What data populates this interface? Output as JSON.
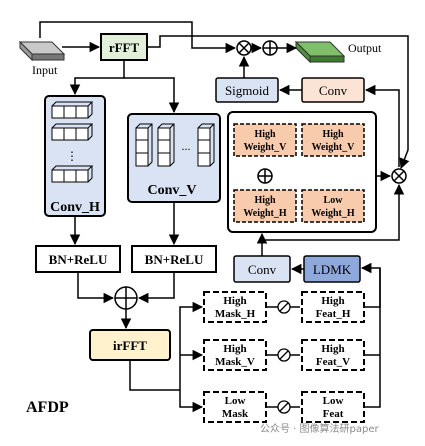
{
  "title": "AFDP",
  "io": {
    "input_label": "Input",
    "output_label": "Output"
  },
  "blocks": {
    "rfft": "rFFT",
    "irfft": "irFFT",
    "conv_h": "Conv_H",
    "conv_v": "Conv_V",
    "conv_v_dots": "...",
    "conv_h_dots": "⋮",
    "bn_relu_left": "BN+ReLU",
    "bn_relu_right": "BN+ReLU",
    "sigmoid": "Sigmoid",
    "conv_top": "Conv",
    "conv_bottom": "Conv",
    "ldmk": "LDMK"
  },
  "weights": [
    {
      "line1": "High",
      "line2": "Weight_V"
    },
    {
      "line1": "High",
      "line2": "Weight_V"
    },
    {
      "line1": "High",
      "line2": "Weight_H"
    },
    {
      "line1": "Low",
      "line2": "Weight_H"
    }
  ],
  "masks": [
    {
      "line1": "High",
      "line2": "Mask_H"
    },
    {
      "line1": "High",
      "line2": "Mask_V"
    },
    {
      "line1": "Low",
      "line2": "Mask"
    }
  ],
  "feats": [
    {
      "line1": "High",
      "line2": "Feat_H"
    },
    {
      "line1": "High",
      "line2": "Feat_V"
    },
    {
      "line1": "Low",
      "line2": "Feat"
    }
  ],
  "watermark": "公众号 · 图像算法研paper",
  "colors": {
    "green_block": "#e2efd9",
    "orange_block": "#fbe4d5",
    "blue_block": "#dae3f3",
    "ldmk_block": "#8fa9dc",
    "yellow_block": "#fff2cc",
    "weight_bg": "#f8cbad"
  }
}
